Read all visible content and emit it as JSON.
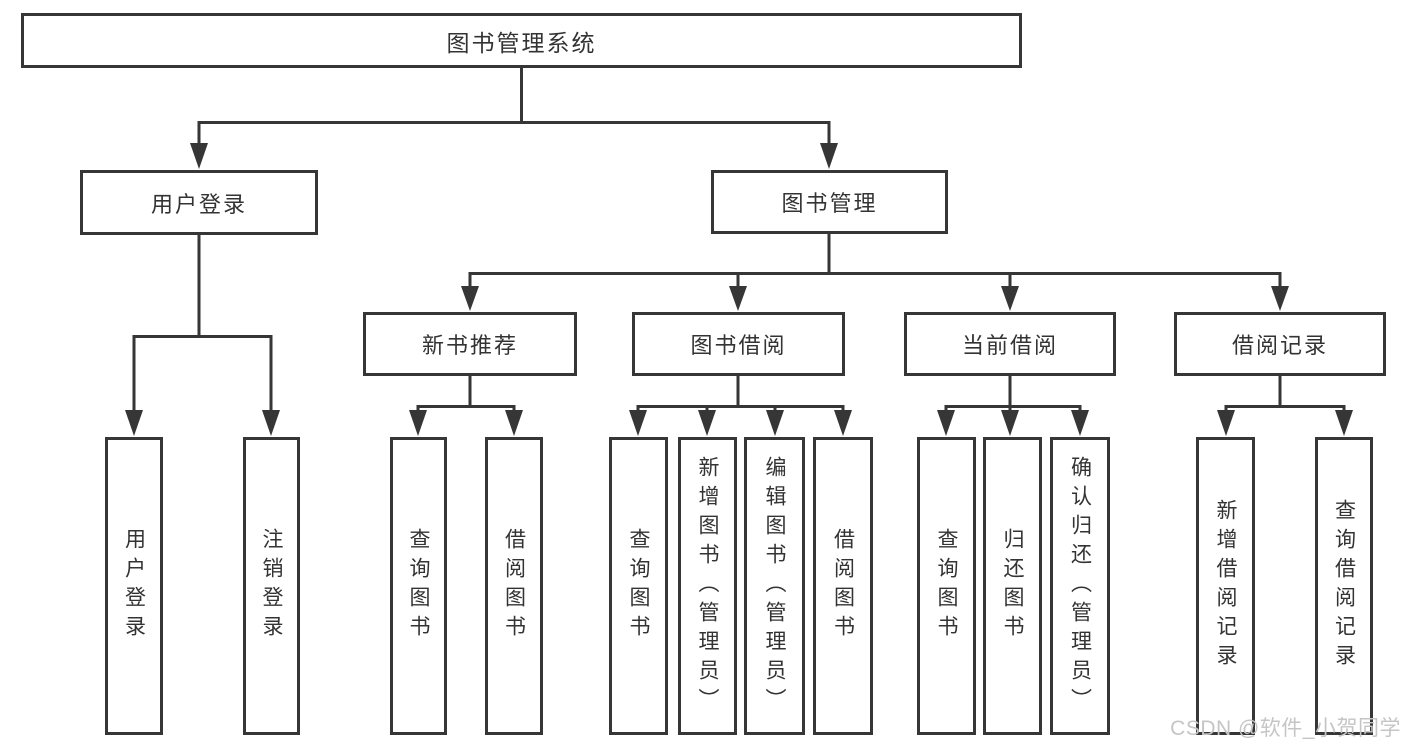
{
  "diagram_title": "图书管理系统",
  "nodes": {
    "root": "图书管理系统",
    "user_login": "用户登录",
    "book_mgmt": "图书管理",
    "new_book_rec": "新书推荐",
    "book_borrow": "图书借阅",
    "current_borrow": "当前借阅",
    "borrow_records": "借阅记录",
    "leaf_user_login": "用户登录",
    "leaf_logout": "注销登录",
    "leaf_nbr_query": "查询图书",
    "leaf_nbr_borrow": "借阅图书",
    "leaf_bb_query": "查询图书",
    "leaf_bb_add": "新增图书（管理员）",
    "leaf_bb_edit": "编辑图书（管理员）",
    "leaf_bb_borrow": "借阅图书",
    "leaf_cb_query": "查询图书",
    "leaf_cb_return": "归还图书",
    "leaf_cb_confirm": "确认归还（管理员）",
    "leaf_br_add": "新增借阅记录",
    "leaf_br_query": "查询借阅记录"
  },
  "watermark": "CSDN @软件_小贺同学",
  "colors": {
    "line": "#363636",
    "text": "#333333",
    "wm": "#c5c5c5",
    "bg": "#ffffff"
  }
}
